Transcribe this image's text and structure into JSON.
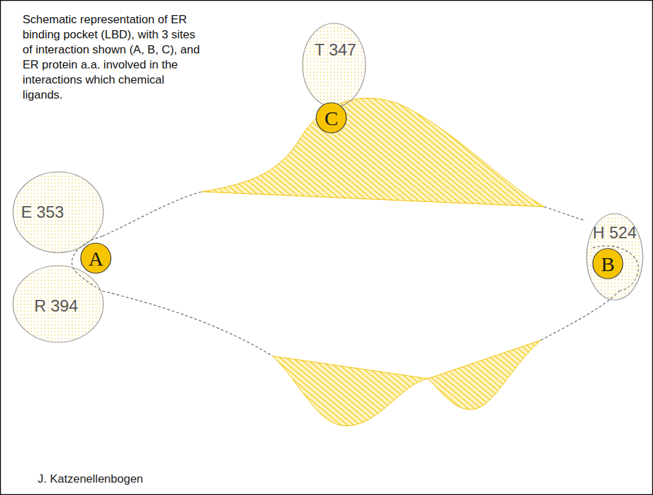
{
  "diagram": {
    "title": "Schematic representation of ER binding pocket (LBD), with 3 sites of interaction shown (A, B, C), and ER protein a.a. involved in the interactions which chemical ligands.",
    "nodes": [
      {
        "text": [
          "T 347"
        ]
      },
      {
        "text": [
          "C"
        ]
      },
      {
        "text": [
          "E 353"
        ]
      },
      {
        "text": [
          "A"
        ]
      },
      {
        "text": [
          "R 394"
        ]
      },
      {
        "text": [
          "H 524"
        ]
      },
      {
        "text": [
          "B"
        ],
        "in": 5
      }
    ],
    "labels": [
      "J. Katzenellenbogen"
    ]
  }
}
